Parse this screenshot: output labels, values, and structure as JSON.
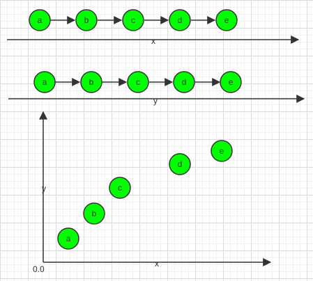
{
  "colors": {
    "node_fill": "#00ff00",
    "stroke": "#333333",
    "grid": "#dcdcdc"
  },
  "chain_x": {
    "axis_label": "x",
    "nodes": [
      "a",
      "b",
      "c",
      "d",
      "e"
    ]
  },
  "chain_y": {
    "axis_label": "y",
    "nodes": [
      "a",
      "b",
      "c",
      "d",
      "e"
    ]
  },
  "plot": {
    "x_label": "x",
    "y_label": "y",
    "origin_label": "0.0",
    "points": [
      {
        "label": "a"
      },
      {
        "label": "b"
      },
      {
        "label": "c"
      },
      {
        "label": "d"
      },
      {
        "label": "e"
      }
    ]
  }
}
